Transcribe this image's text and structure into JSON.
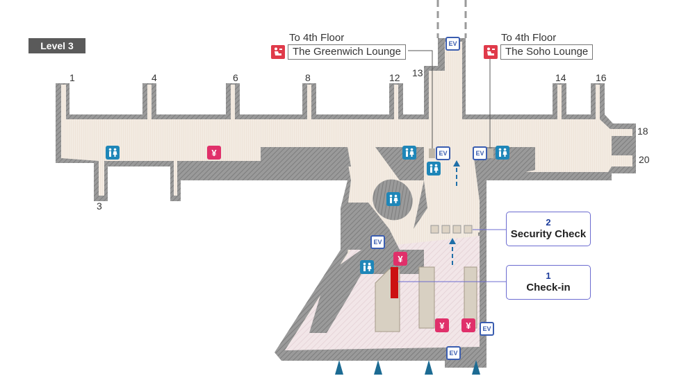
{
  "level": {
    "label": "Level 3"
  },
  "gates": {
    "g1": "1",
    "g3": "3",
    "g4": "4",
    "g6": "6",
    "g8": "8",
    "g12": "12",
    "g13": "13",
    "g14": "14",
    "g16": "16",
    "g18": "18",
    "g20": "20"
  },
  "lounges": {
    "left": {
      "floor": "To 4th Floor",
      "name": "The Greenwich Lounge",
      "icon": "lounge-icon"
    },
    "right": {
      "floor": "To 4th Floor",
      "name": "The Soho Lounge",
      "icon": "lounge-icon"
    }
  },
  "callouts": {
    "security": {
      "number": "2",
      "label": "Security Check"
    },
    "checkin": {
      "number": "1",
      "label": "Check-in"
    }
  },
  "symbols": {
    "elevator": "EV",
    "currency": "¥"
  },
  "colors": {
    "wall": "#8a8a8a",
    "floor": "#f1e8de",
    "restroom": "#1e86b8",
    "currency": "#e0306a",
    "elevator": "#3a5db0",
    "lounge": "#e03a4a",
    "arrow": "#1f6fa8",
    "checkin_counter": "#cc1111"
  }
}
